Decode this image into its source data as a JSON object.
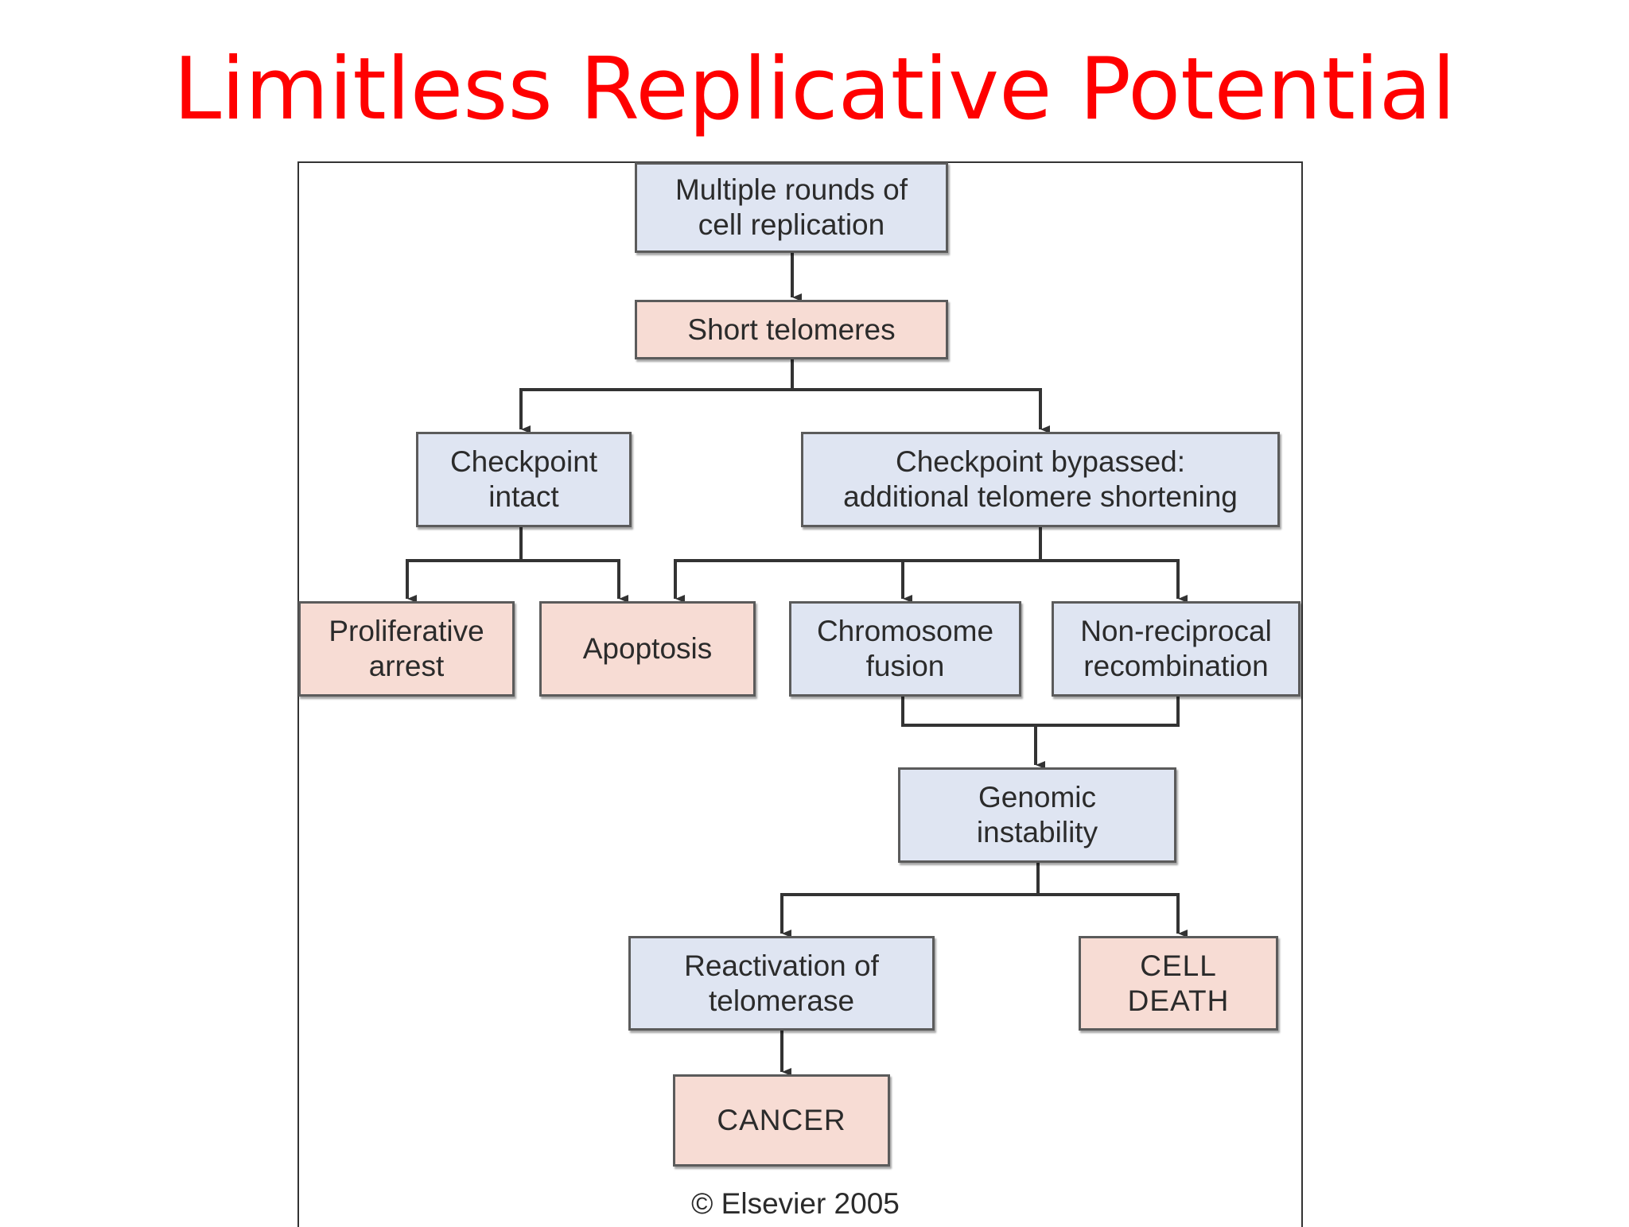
{
  "slide": {
    "title": "Limitless Replicative Potential"
  },
  "diagram": {
    "nodes": {
      "multiple_rounds": "Multiple rounds of\ncell replication",
      "short_telomeres": "Short telomeres",
      "checkpoint_intact": "Checkpoint\nintact",
      "checkpoint_bypassed": "Checkpoint bypassed:\nadditional telomere shortening",
      "proliferative_arrest": "Proliferative\narrest",
      "apoptosis": "Apoptosis",
      "chromosome_fusion": "Chromosome\nfusion",
      "non_reciprocal": "Non-reciprocal\nrecombination",
      "genomic_instability": "Genomic\ninstability",
      "reactivation": "Reactivation of\ntelomerase",
      "cell_death": "CELL\nDEATH",
      "cancer": "CANCER"
    },
    "copyright": "© Elsevier 2005",
    "colors": {
      "blue_box": "#dfe5f2",
      "pink_box": "#f7dcd4",
      "title": "#ff0000",
      "line": "#333333"
    }
  }
}
